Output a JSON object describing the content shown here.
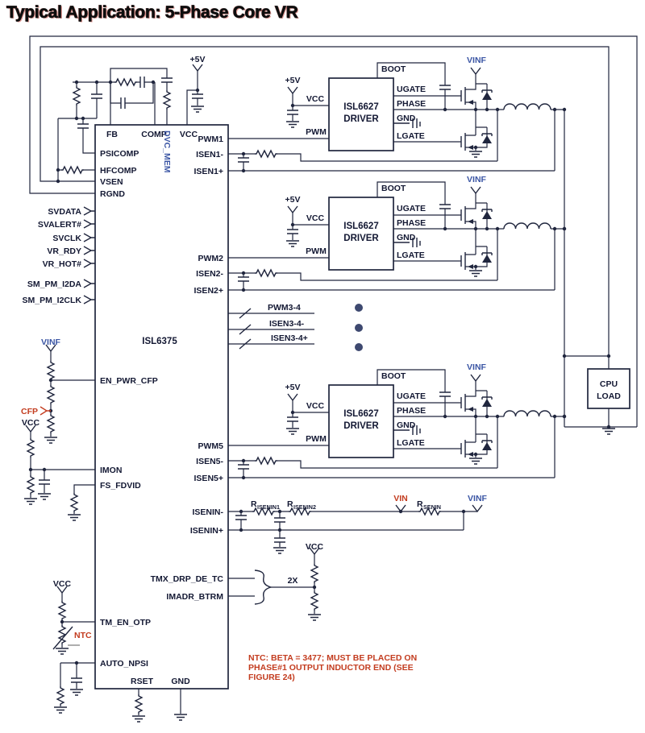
{
  "title": "Typical Application: 5-Phase Core VR",
  "colors": {
    "wire": "#20263e",
    "label_blue": "#3a55a4",
    "label_red": "#c33c1f",
    "ellipsis_dot": "#3e4970"
  },
  "ic": {
    "name": "ISL6375",
    "top": {
      "fb": "FB",
      "comp": "COMP",
      "dvc_mem": "DVC_MEM",
      "vcc": "VCC"
    },
    "left": {
      "psicomp": "PSICOMP",
      "hfcomp": "HFCOMP",
      "vsen": "VSEN",
      "rgnd": "RGND",
      "en_pwr_cfp": "EN_PWR_CFP",
      "imon": "IMON",
      "fs_fdvid": "FS_FDVID",
      "tm_en_otp": "TM_EN_OTP",
      "auto_npsi": "AUTO_NPSI"
    },
    "right": {
      "isenin_n": "ISENIN-",
      "isenin_p": "ISENIN+",
      "tmx": "TMX_DRP_DE_TC",
      "imadr": "IMADR_BTRM"
    },
    "bottom": {
      "rset": "RSET",
      "gnd": "GND"
    }
  },
  "host_signals": [
    "SVDATA",
    "SVALERT#",
    "SVCLK",
    "VR_RDY",
    "VR_HOT#",
    "SM_PM_I2DA",
    "SM_PM_I2CLK"
  ],
  "phases": [
    {
      "pwm": "PWM1",
      "isen_n": "ISEN1-",
      "isen_p": "ISEN1+"
    },
    {
      "pwm": "PWM2",
      "isen_n": "ISEN2-",
      "isen_p": "ISEN2+"
    },
    {
      "pwm": "PWM5",
      "isen_n": "ISEN5-",
      "isen_p": "ISEN5+"
    }
  ],
  "driver": {
    "line1": "ISL6627",
    "line2": "DRIVER",
    "supply": "+5V",
    "vcc": "VCC",
    "pwm": "PWM",
    "boot": "BOOT",
    "ugate": "UGATE",
    "phase": "PHASE",
    "gnd": "GND",
    "lgate": "LGATE",
    "rail": "VINF"
  },
  "bus": {
    "pwm": "PWM3-4",
    "isen_n": "ISEN3-4-",
    "isen_p": "ISEN3-4+"
  },
  "nets": {
    "p5v": "+5V",
    "vinf": "VINF",
    "vcc": "VCC",
    "vin": "VIN",
    "cfp": "CFP",
    "ntc": "NTC",
    "gain": "2X"
  },
  "sense_resistors": {
    "r": "R",
    "r1_sub": "ISENIN1",
    "r2_sub": "ISENIN2",
    "r3_sub": "SENIN"
  },
  "load": {
    "line1": "CPU",
    "line2": "LOAD"
  },
  "note": {
    "line1": "NTC: BETA = 3477; MUST BE PLACED ON",
    "line2": "PHASE#1 OUTPUT INDUCTOR END (SEE",
    "line3": "FIGURE 24)"
  }
}
